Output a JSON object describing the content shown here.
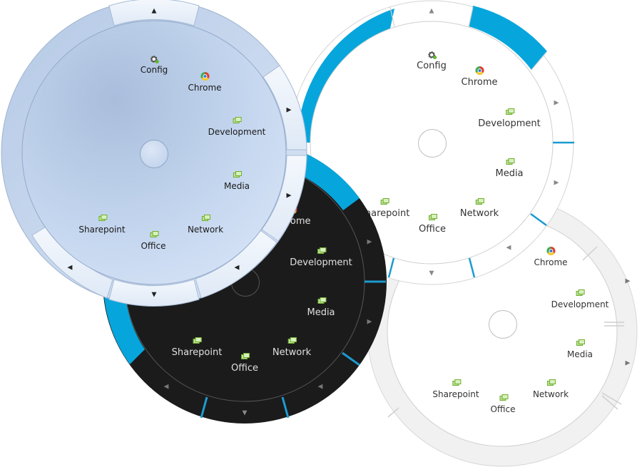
{
  "menus": {
    "gray": {
      "items": {
        "chrome": "Chrome",
        "development": "Development",
        "media": "Media",
        "sharepoint": "Sharepoint",
        "office": "Office",
        "network": "Network"
      }
    },
    "white": {
      "items": {
        "config": "Config",
        "chrome": "Chrome",
        "development": "Development",
        "media": "Media",
        "sharepoint": "Sharepoint",
        "office": "Office",
        "network": "Network"
      }
    },
    "black": {
      "items": {
        "chrome": "Chrome",
        "development": "Development",
        "media": "Media",
        "sharepoint": "Sharepoint",
        "office": "Office",
        "network": "Network"
      }
    },
    "blue": {
      "items": {
        "config": "Config",
        "chrome": "Chrome",
        "development": "Development",
        "media": "Media",
        "sharepoint": "Sharepoint",
        "office": "Office",
        "network": "Network"
      }
    }
  },
  "icons": {
    "config": "gear-icon",
    "chrome": "chrome-icon",
    "app": "app-window-icon",
    "nav": "triangle-arrow-icon"
  },
  "colors": {
    "accent_blue": "#06a6dc",
    "black_theme": "#1b1b1b",
    "gray_ring": "#f0f0f0",
    "blue_theme": "#c4d6ee"
  }
}
